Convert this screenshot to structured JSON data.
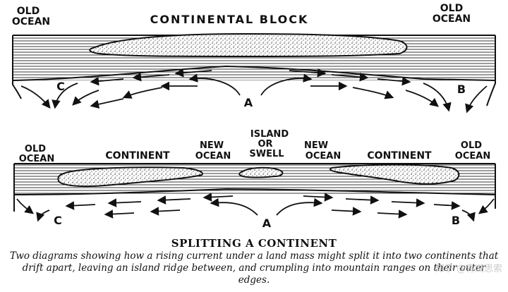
{
  "diagram_top": {
    "label_old_ocean_left": [
      "OLD",
      "OCEAN"
    ],
    "label_continental_block": "CONTINENTAL BLOCK",
    "label_old_ocean_right": [
      "OLD",
      "OCEAN"
    ],
    "point_a": "A",
    "point_b": "B",
    "point_c": "C"
  },
  "diagram_bottom": {
    "label_old_ocean_left": [
      "OLD",
      "OCEAN"
    ],
    "label_continent_left": "CONTINENT",
    "label_new_ocean_left": [
      "NEW",
      "OCEAN"
    ],
    "label_island": [
      "ISLAND",
      "OR",
      "SWELL"
    ],
    "label_new_ocean_right": [
      "NEW",
      "OCEAN"
    ],
    "label_continent_right": "CONTINENT",
    "label_old_ocean_right": [
      "OLD",
      "OCEAN"
    ],
    "point_a": "A",
    "point_b": "B",
    "point_c": "C"
  },
  "caption": {
    "title": "SPLITTING A CONTINENT",
    "text": "Two diagrams showing how a rising current under a land mass might split it into two continents that drift apart, leaving an island ridge between, and crumpling into mountain ranges on their outer edges."
  },
  "watermark": "知乎 @青湖思索"
}
